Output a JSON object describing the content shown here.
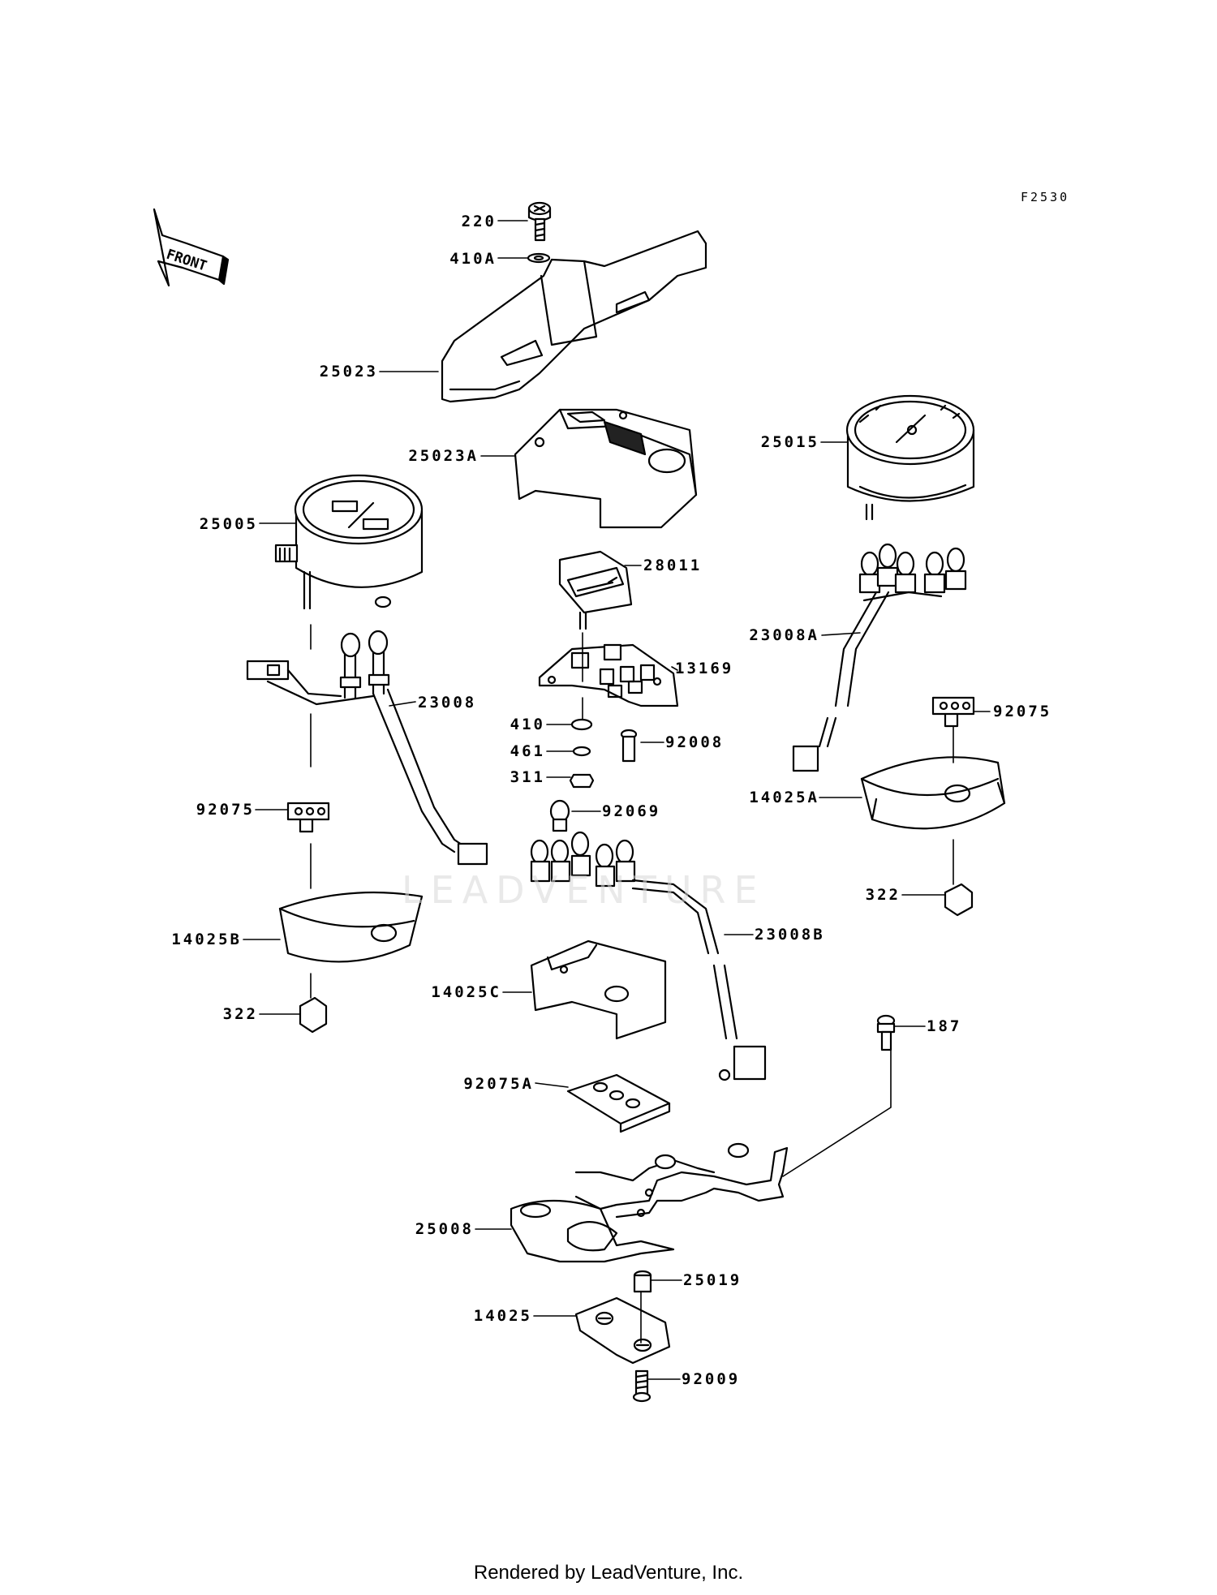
{
  "figure_code": "F2530",
  "front_label": "FRONT",
  "watermark": "LEADVENTURE",
  "footer": "Rendered by LeadVenture, Inc.",
  "labels": {
    "p220": "220",
    "p410A": "410A",
    "p25023": "25023",
    "p25023A": "25023A",
    "p25015": "25015",
    "p25005": "25005",
    "p28011": "28011",
    "p23008A": "23008A",
    "p13169": "13169",
    "p23008": "23008",
    "p92075r": "92075",
    "p410": "410",
    "p92008": "92008",
    "p461": "461",
    "p311": "311",
    "p14025A": "14025A",
    "p92075l": "92075",
    "p92069": "92069",
    "p322r": "322",
    "p14025B": "14025B",
    "p23008B": "23008B",
    "p322l": "322",
    "p14025C": "14025C",
    "p187": "187",
    "p92075A": "92075A",
    "p25008": "25008",
    "p25019": "25019",
    "p14025": "14025",
    "p92009": "92009"
  }
}
